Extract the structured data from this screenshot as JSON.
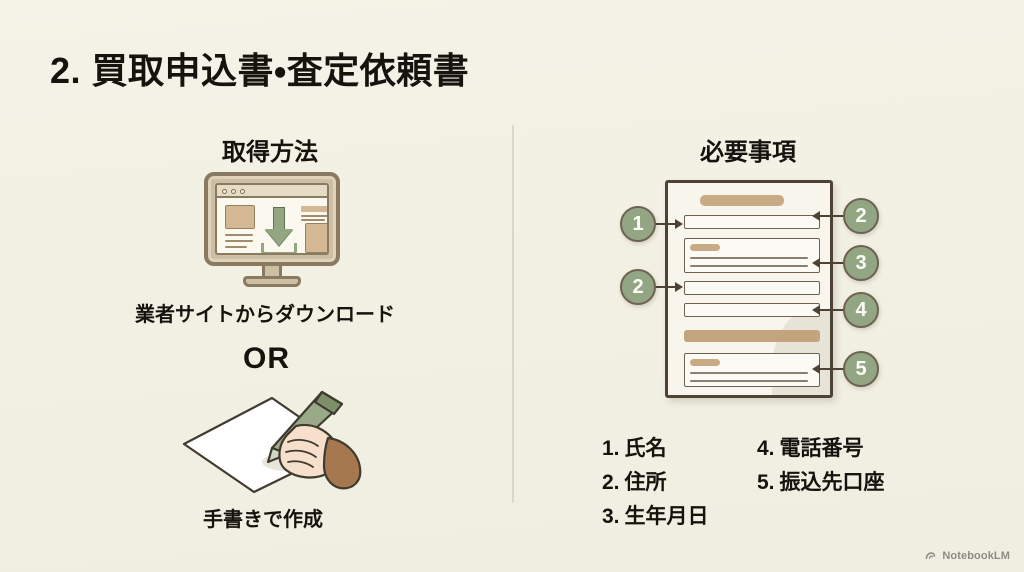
{
  "slide": {
    "title": "2. 買取申込書・査定依頼書",
    "background_color": "#f3f2e6",
    "accent_green": "#93a683",
    "accent_tan": "#c8ab84",
    "ink_color": "#4e4236"
  },
  "left_column": {
    "heading": "取得方法",
    "method_download": {
      "icon": "monitor-download-icon",
      "caption": "業者サイトからダウンロード"
    },
    "separator": "OR",
    "method_handwrite": {
      "icon": "hand-writing-icon",
      "caption": "手書きで作成"
    }
  },
  "right_column": {
    "heading": "必要事項",
    "form_diagram": {
      "name": "application-form-illustration",
      "callouts_left": [
        {
          "number": "1",
          "direction": "right"
        },
        {
          "number": "2",
          "direction": "right"
        }
      ],
      "callouts_right": [
        {
          "number": "2",
          "direction": "left"
        },
        {
          "number": "3",
          "direction": "left"
        },
        {
          "number": "4",
          "direction": "left"
        },
        {
          "number": "5",
          "direction": "left"
        }
      ]
    },
    "requirements": [
      {
        "num": "1.",
        "label": "氏名"
      },
      {
        "num": "2.",
        "label": "住所"
      },
      {
        "num": "3.",
        "label": "生年月日"
      },
      {
        "num": "4.",
        "label": "電話番号"
      },
      {
        "num": "5.",
        "label": "振込先口座"
      }
    ]
  },
  "watermark": {
    "icon": "notebooklm-logo-icon",
    "text": "NotebookLM"
  }
}
